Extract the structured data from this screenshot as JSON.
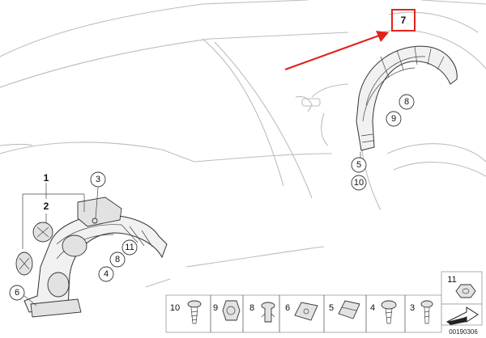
{
  "callouts": {
    "c1": "1",
    "c2": "2",
    "c3": "3",
    "c4": "4",
    "c5": "5",
    "c6": "6",
    "c7": "7",
    "c8": "8",
    "c9": "9",
    "c10": "10",
    "c11": "11",
    "r8": "8",
    "r9": "9",
    "r5": "5",
    "r10": "10"
  },
  "parts_strip": [
    "10",
    "9",
    "8",
    "6",
    "5",
    "4",
    "3"
  ],
  "part_11_label": "11",
  "doc_id": "00190306",
  "colors": {
    "highlight": "#e2231a",
    "arrow": "#e2231a",
    "car_lines": "#bdbdbd"
  }
}
